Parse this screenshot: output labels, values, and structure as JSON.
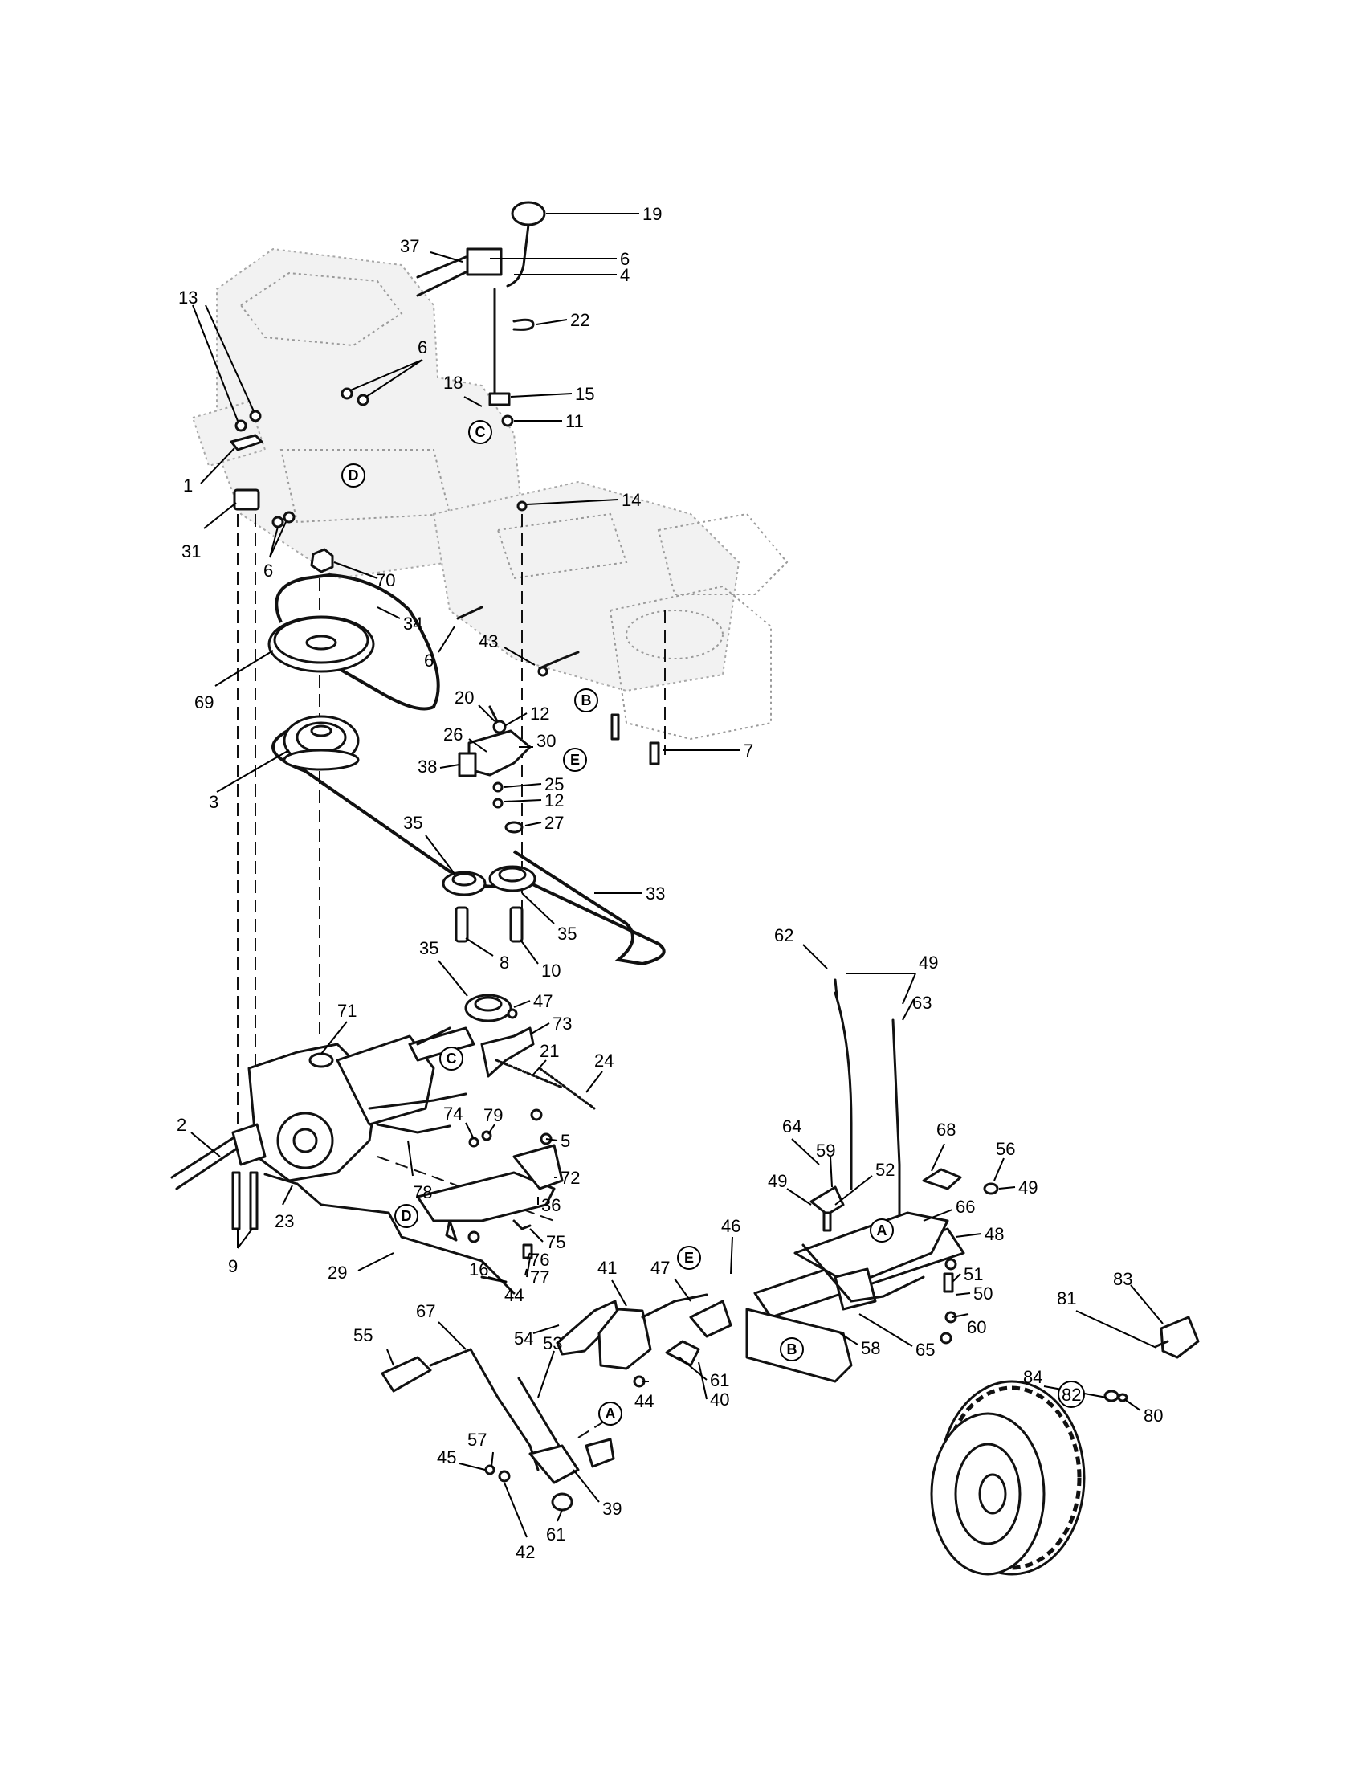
{
  "labels": [
    {
      "text": "19"
    },
    {
      "text": "37"
    },
    {
      "text": "6"
    },
    {
      "text": "4"
    },
    {
      "text": "13"
    },
    {
      "text": "22"
    },
    {
      "text": "6"
    },
    {
      "text": "18"
    },
    {
      "text": "15"
    },
    {
      "text": "11"
    },
    {
      "text": "1"
    },
    {
      "text": "31"
    },
    {
      "text": "6"
    },
    {
      "text": "14"
    },
    {
      "text": "70"
    },
    {
      "text": "34"
    },
    {
      "text": "6"
    },
    {
      "text": "43"
    },
    {
      "text": "69"
    },
    {
      "text": "20"
    },
    {
      "text": "12"
    },
    {
      "text": "26"
    },
    {
      "text": "30"
    },
    {
      "text": "38"
    },
    {
      "text": "7"
    },
    {
      "text": "3"
    },
    {
      "text": "25"
    },
    {
      "text": "12"
    },
    {
      "text": "27"
    },
    {
      "text": "35"
    },
    {
      "text": "33"
    },
    {
      "text": "35"
    },
    {
      "text": "8"
    },
    {
      "text": "10"
    },
    {
      "text": "62"
    },
    {
      "text": "49"
    },
    {
      "text": "35"
    },
    {
      "text": "47"
    },
    {
      "text": "63"
    },
    {
      "text": "71"
    },
    {
      "text": "73"
    },
    {
      "text": "21"
    },
    {
      "text": "24"
    },
    {
      "text": "2"
    },
    {
      "text": "74"
    },
    {
      "text": "79"
    },
    {
      "text": "78"
    },
    {
      "text": "5"
    },
    {
      "text": "64"
    },
    {
      "text": "68"
    },
    {
      "text": "56"
    },
    {
      "text": "59"
    },
    {
      "text": "72"
    },
    {
      "text": "49"
    },
    {
      "text": "52"
    },
    {
      "text": "49"
    },
    {
      "text": "66"
    },
    {
      "text": "36"
    },
    {
      "text": "23"
    },
    {
      "text": "75"
    },
    {
      "text": "48"
    },
    {
      "text": "9"
    },
    {
      "text": "46"
    },
    {
      "text": "76"
    },
    {
      "text": "51"
    },
    {
      "text": "29"
    },
    {
      "text": "16"
    },
    {
      "text": "77"
    },
    {
      "text": "41"
    },
    {
      "text": "47"
    },
    {
      "text": "50"
    },
    {
      "text": "44"
    },
    {
      "text": "60"
    },
    {
      "text": "83"
    },
    {
      "text": "81"
    },
    {
      "text": "54"
    },
    {
      "text": "55"
    },
    {
      "text": "67"
    },
    {
      "text": "58"
    },
    {
      "text": "65"
    },
    {
      "text": "53"
    },
    {
      "text": "84"
    },
    {
      "text": "61"
    },
    {
      "text": "44"
    },
    {
      "text": "40"
    },
    {
      "text": "82"
    },
    {
      "text": "80"
    },
    {
      "text": "57"
    },
    {
      "text": "45"
    },
    {
      "text": "39"
    },
    {
      "text": "61"
    },
    {
      "text": "42"
    }
  ],
  "refs": [
    {
      "letter": "C"
    },
    {
      "letter": "D"
    },
    {
      "letter": "B"
    },
    {
      "letter": "E"
    },
    {
      "letter": "C"
    },
    {
      "letter": "D"
    },
    {
      "letter": "E"
    },
    {
      "letter": "A"
    },
    {
      "letter": "B"
    },
    {
      "letter": "A"
    }
  ]
}
